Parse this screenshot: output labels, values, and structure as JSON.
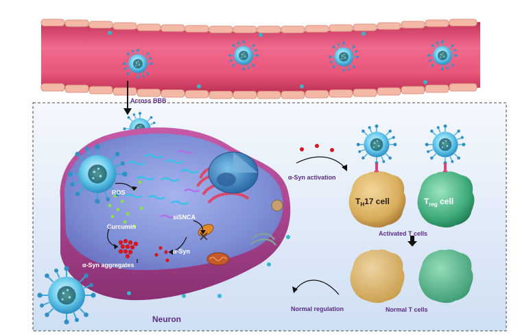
{
  "labels": {
    "across_bbb": "Across BBB",
    "ros": "ROS",
    "curcumin": "Curcumin",
    "sisnca": "siSNCA",
    "asyn": "α-Syn",
    "asyn_aggregates": "α-Syn aggregates",
    "neuron": "Neuron",
    "asyn_activation": "α-Syn activation",
    "th17_main": "T",
    "th17_sub": "H",
    "th17_rest": "17 cell",
    "treg_main": "T",
    "treg_sub": "reg",
    "treg_rest": " cell",
    "activated_t_cells": "Activated T cells",
    "normal_t_cells": "Normal T cells",
    "normal_regulation": "Normal regulation"
  },
  "colors": {
    "label_purple": "#5b2a86",
    "vessel_pink": "#e9567a",
    "cytoplasm_blue": "#7f8fd6",
    "th17_yellow": "#d8ad5c",
    "treg_green": "#3faa7a",
    "nanoparticle_blue": "#4fc0e6",
    "panel_blue": "#cfe0f4"
  },
  "icons": [
    "nanoparticle-icon",
    "mitochondrion-icon",
    "nucleus-icon",
    "down-arrow-icon"
  ]
}
